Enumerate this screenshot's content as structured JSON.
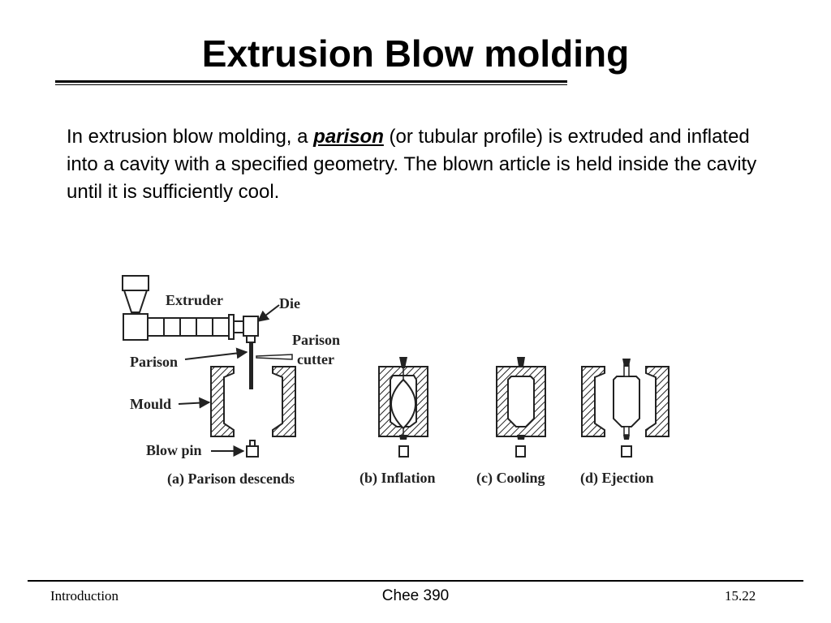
{
  "slide": {
    "title": "Extrusion Blow molding",
    "body": {
      "before": "In extrusion blow molding, a ",
      "term": "parison",
      "after": " (or tubular profile) is extruded and inflated into a cavity with a specified geometry. The blown article is held inside the cavity until it is sufficiently cool."
    }
  },
  "figure": {
    "labels": {
      "extruder": "Extruder",
      "die": "Die",
      "parison_cutter_line1": "Parison",
      "parison_cutter_line2": "cutter",
      "parison": "Parison",
      "mould": "Mould",
      "blow_pin": "Blow pin"
    },
    "stages": [
      {
        "label": "(a) Parison descends"
      },
      {
        "label": "(b) Inflation"
      },
      {
        "label": "(c) Cooling"
      },
      {
        "label": "(d) Ejection"
      }
    ]
  },
  "footer": {
    "left": "Introduction",
    "center": "Chee 390",
    "right": "15.22"
  }
}
